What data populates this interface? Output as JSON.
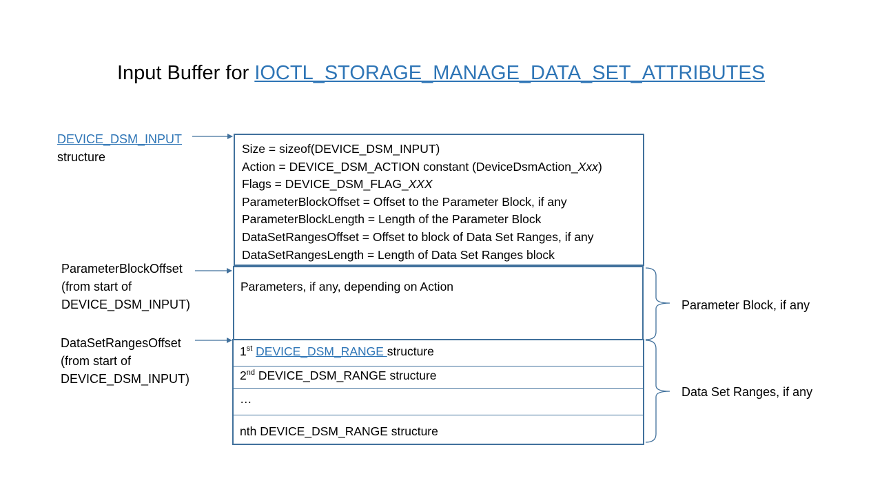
{
  "title": {
    "prefix": "Input Buffer for ",
    "link": "IOCTL_STORAGE_MANAGE_DATA_SET_ATTRIBUTES"
  },
  "left_labels": {
    "dsm_input": {
      "link": "DEVICE_DSM_INPUT",
      "line2": "structure"
    },
    "param_offset": {
      "line1": "ParameterBlockOffset",
      "line2": "(from start of",
      "line3": "DEVICE_DSM_INPUT)"
    },
    "ranges_offset": {
      "line1": "DataSetRangesOffset",
      "line2": "(from start of",
      "line3": "DEVICE_DSM_INPUT)"
    }
  },
  "header_box": {
    "size_line": "Size  = sizeof(DEVICE_DSM_INPUT)",
    "action_prefix": "Action = DEVICE_DSM_ACTION  constant (DeviceDsmAction_",
    "action_italic": "Xxx",
    "action_suffix": ")",
    "flags_prefix": "Flags = DEVICE_DSM_FLAG_",
    "flags_italic": "XXX",
    "param_offset_line": "ParameterBlockOffset  = Offset to the Parameter Block, if any",
    "param_length_line": "ParameterBlockLength  = Length of the Parameter Block",
    "ranges_offset_line": "DataSetRangesOffset  = Offset to block of Data Set Ranges, if any",
    "ranges_length_line": "DataSetRangesLength  = Length of Data Set Ranges block"
  },
  "param_box": {
    "text": "Parameters, if any, depending on Action"
  },
  "ranges_box": {
    "row1": {
      "num": "1",
      "sup": "st",
      "link": "DEVICE_DSM_RANGE ",
      "suffix": "structure"
    },
    "row2": {
      "num": "2",
      "sup": "nd",
      "text": " DEVICE_DSM_RANGE  structure"
    },
    "row3": {
      "text": "…"
    },
    "row4": {
      "text": "nth DEVICE_DSM_RANGE  structure"
    }
  },
  "right_labels": {
    "param_block": "Parameter Block, if any",
    "ranges_block": "Data Set Ranges, if any"
  },
  "colors": {
    "link": "#2e75b6",
    "box_border": "#41719c",
    "arrow": "#41719c"
  }
}
